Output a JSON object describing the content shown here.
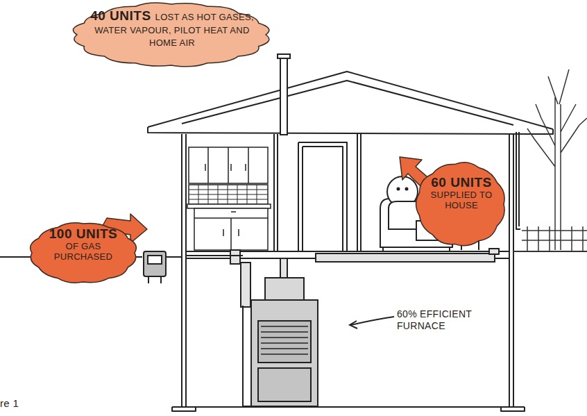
{
  "diagram": {
    "nodes": [
      {
        "text": [
          "40 UNITS",
          "LOST AS HOT GASES, WATER VAPOUR, PILOT HEAT AND HOME AIR"
        ]
      },
      {
        "text": [
          "60 UNITS",
          "SUPPLIED TO HOUSE"
        ]
      },
      {
        "text": [
          "100 UNITS",
          "OF GAS PURCHASED"
        ]
      }
    ],
    "labels": [
      "60% EFFICIENT FURNACE",
      "re 1"
    ]
  }
}
